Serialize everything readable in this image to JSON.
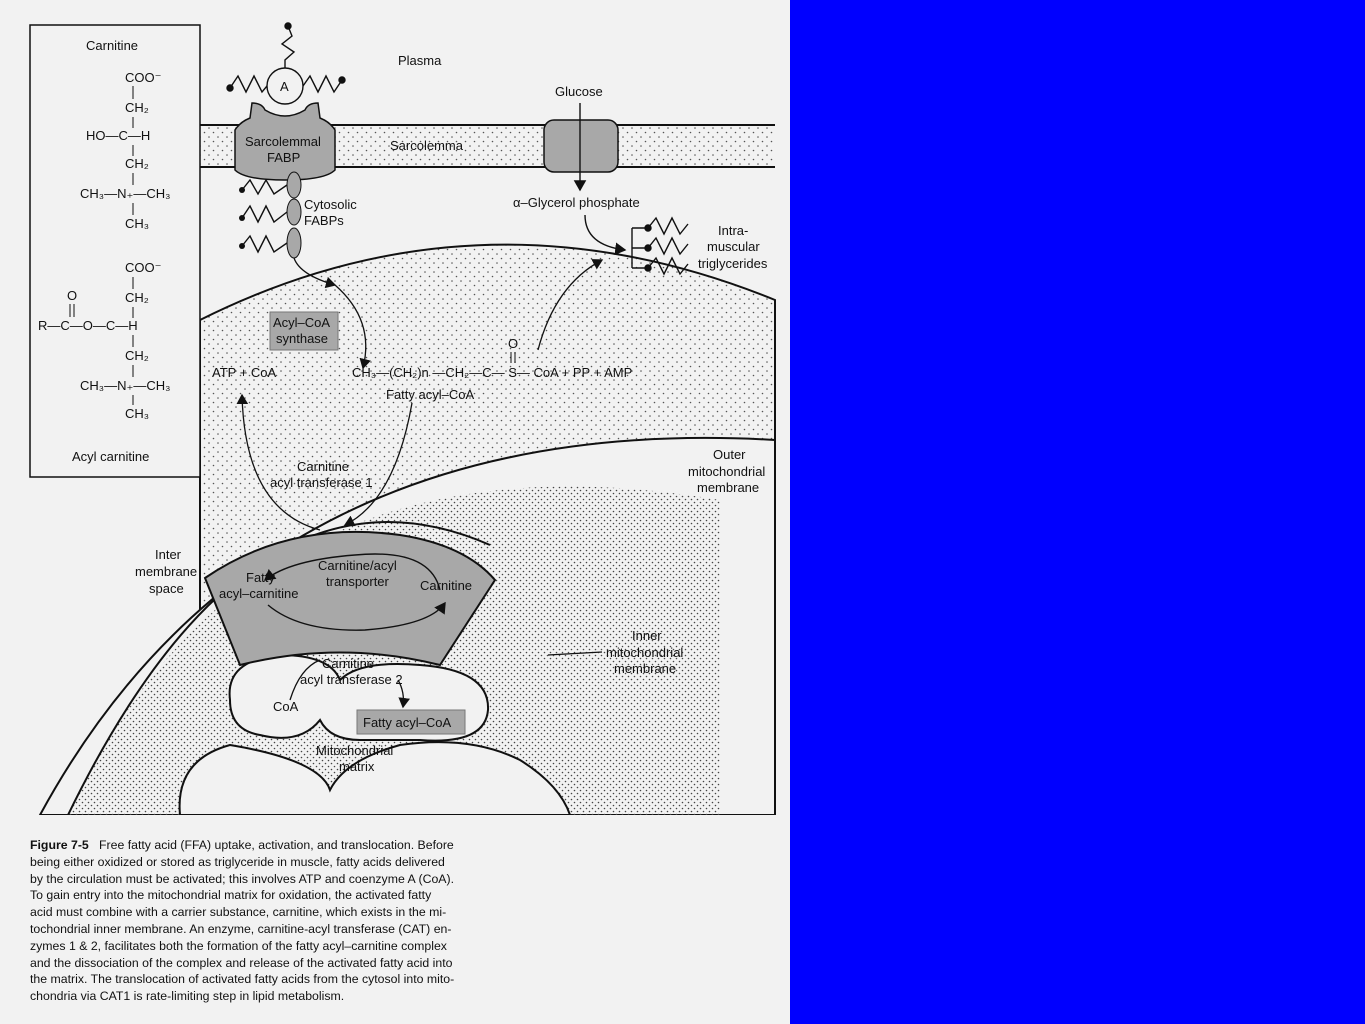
{
  "structures": {
    "carnitine_title": "Carnitine",
    "carnitine_lines": [
      "COO⁻",
      "CH₂",
      "HO—C—H",
      "CH₂",
      "CH₃—N₊—CH₃",
      "CH₃"
    ],
    "acyl_lines": [
      "COO⁻",
      "O",
      "CH₂",
      "R—C—O—C—H",
      "CH₂",
      "CH₃—N₊—CH₃",
      "CH₃"
    ],
    "acyl_carnitine_title": "Acyl carnitine"
  },
  "labels": {
    "plasma": "Plasma",
    "glucose": "Glucose",
    "albumin": "A",
    "sarcolemmal_fabp": [
      "Sarcolemmal",
      "FABP"
    ],
    "sarcolemma": "Sarcolemma",
    "cytosolic_fabps": [
      "Cytosolic",
      "FABPs"
    ],
    "glycerol_phosphate": "α–Glycerol phosphate",
    "triglycerides": [
      "Intra-",
      "muscular",
      "triglycerides"
    ],
    "acyl_coa_synthase": [
      "Acyl–CoA",
      "synthase"
    ],
    "atp_coa": "ATP + CoA",
    "reaction": "CH₃—(CH₂)n —CH₂—C— S— CoA + PP + AMP",
    "reaction_o": "O",
    "fatty_acyl_coa": "Fatty acyl–CoA",
    "cat1": [
      "Carnitine",
      "acyl transferase 1"
    ],
    "outer_membrane": [
      "Outer",
      "mitochondrial",
      "membrane"
    ],
    "inter_membrane": [
      "Inter",
      "membrane",
      "space"
    ],
    "transporter": [
      "Carnitine/acyl",
      "transporter"
    ],
    "fatty_acyl_carnitine": [
      "Fatty",
      "acyl–carnitine"
    ],
    "carnitine": "Carnitine",
    "inner_membrane": [
      "Inner",
      "mitochondrial",
      "membrane"
    ],
    "cat2": [
      "Carnitine",
      "acyl transferase 2"
    ],
    "coa": "CoA",
    "matrix_fatty_acyl_coa": "Fatty acyl–CoA",
    "matrix": [
      "Mitochondrial",
      "matrix"
    ]
  },
  "caption": {
    "figure": "Figure 7-5",
    "lines": [
      "Free fatty acid (FFA) uptake, activation, and translocation. Before",
      "being either oxidized or stored as triglyceride in muscle, fatty acids delivered",
      "by the circulation must be activated; this involves ATP and coenzyme A (CoA).",
      "To gain entry into the mitochondrial matrix for oxidation, the activated fatty",
      "acid must combine with a carrier substance, carnitine, which exists in the mi-",
      "tochondrial inner membrane. An enzyme, carnitine-acyl transferase (CAT) en-",
      "zymes 1 & 2, facilitates both the formation of the fatty acyl–carnitine complex",
      "and the dissociation of the complex and release of the activated fatty acid into",
      "the matrix. The translocation of activated fatty acids from the cytosol into mito-",
      "chondria via CAT1 is rate-limiting step in lipid metabolism."
    ]
  },
  "colors": {
    "background_panel": "#0000ff",
    "page": "#f2f2f2",
    "gray_fill": "#a8a8a8"
  }
}
